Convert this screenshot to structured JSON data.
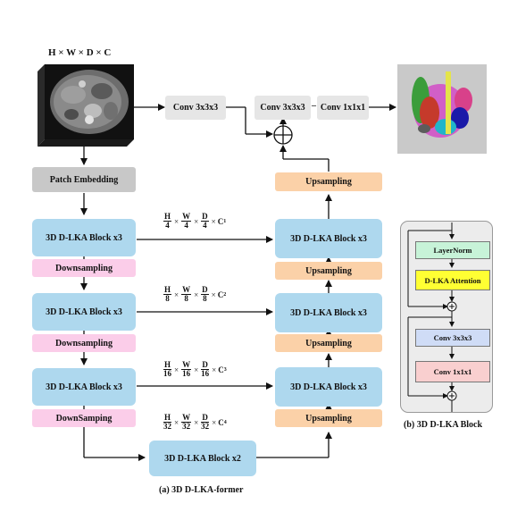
{
  "input": {
    "label": "H × W × D × C"
  },
  "left": {
    "patch_embedding": "Patch Embedding",
    "block1": "3D D-LKA Block x3",
    "down1": "Downsampling",
    "block2": "3D D-LKA Block x3",
    "down2": "Downsampling",
    "block3": "3D D-LKA Block x3",
    "down3": "DownSamping",
    "bottleneck": "3D D-LKA Block x2"
  },
  "right": {
    "up_top": "Upsampling",
    "block1": "3D D-LKA Block x3",
    "up1": "Upsampling",
    "block2": "3D D-LKA Block x3",
    "up2": "Upsampling",
    "block3": "3D D-LKA Block x3",
    "up3": "Upsampling"
  },
  "top": {
    "conv_a": "Conv 3x3x3",
    "conv_b": "Conv 3x3x3",
    "conv_c": "Conv 1x1x1",
    "dash": "–"
  },
  "skips": [
    {
      "h": "H",
      "w": "W",
      "d": "D",
      "den": "4",
      "c": "C",
      "sub": "1"
    },
    {
      "h": "H",
      "w": "W",
      "d": "D",
      "den": "8",
      "c": "C",
      "sub": "2"
    },
    {
      "h": "H",
      "w": "W",
      "d": "D",
      "den": "16",
      "c": "C",
      "sub": "3"
    },
    {
      "h": "H",
      "w": "W",
      "d": "D",
      "den": "32",
      "c": "C",
      "sub": "4"
    }
  ],
  "symbols": {
    "times": "×",
    "plus": "+"
  },
  "panel": {
    "layernorm": "LayerNorm",
    "attention": "D-LKA Attention",
    "conv3": "Conv 3x3x3",
    "conv1": "Conv 1x1x1"
  },
  "captions": {
    "a": "(a) 3D D-LKA-former",
    "b": "(b) 3D D-LKA Block"
  },
  "colors": {
    "block": "#aed8ee",
    "downsampling": "#fbcde9",
    "upsampling": "#fbd1a8",
    "patch": "#c8c8c8",
    "conv": "#e6e6e6",
    "layernorm": "#c7f3d8",
    "attention": "#ffff33",
    "panel_conv3": "#cfdcf6",
    "panel_conv1": "#f9cfcf"
  }
}
